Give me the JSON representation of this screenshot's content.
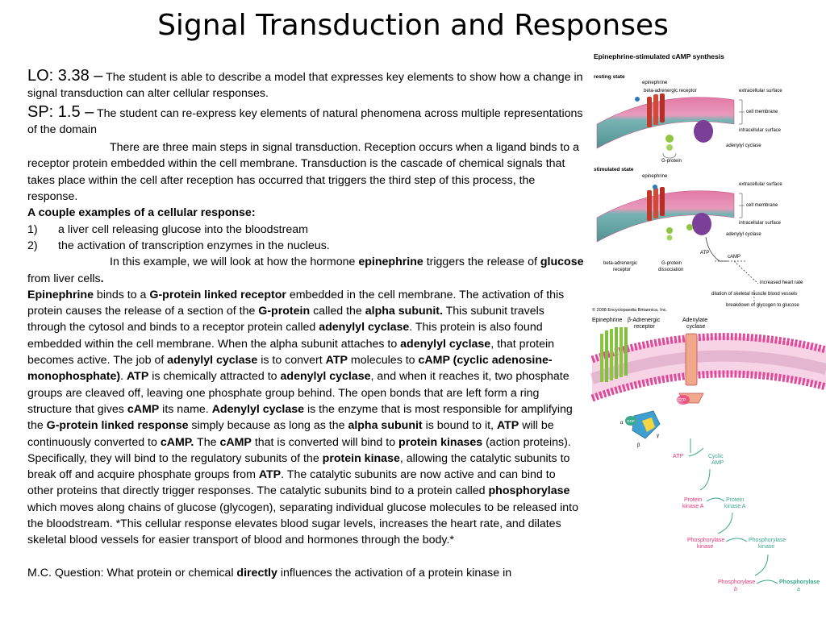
{
  "title": "Signal Transduction and Responses",
  "lo": {
    "label": "LO: 3.38 –",
    "text": "The student is able to describe a model that expresses key elements to show how a change in signal transduction can alter cellular responses."
  },
  "sp": {
    "label": "SP: 1.5 –",
    "text": "The student can re-express key elements of natural phenomena across multiple representations of the domain"
  },
  "intro": "There are three main steps in signal transduction. Reception occurs when a ligand binds to a receptor protein embedded within the cell membrane. Transduction is the cascade of chemical signals that takes place within the cell after reception has occurred that triggers the third step of this process, the response.",
  "examples": {
    "heading": "A couple examples of a cellular response:",
    "items": [
      {
        "num": "1)",
        "text": "a liver cell releasing glucose into the bloodstream"
      },
      {
        "num": "2)",
        "text": "the activation of transcription enzymes in the nucleus."
      }
    ]
  },
  "example_intro": {
    "t1": "In this example, we will look at how the hormone ",
    "b1": "epinephrine",
    "t2": " triggers the release of ",
    "b2": "glucose",
    "t3": " from liver cells",
    "b3": "."
  },
  "body": {
    "s1": "Epinephrine",
    "s2": " binds to a ",
    "s3": "G-protein linked receptor",
    "s4": " embedded in the cell membrane. The activation of this protein causes the release of a section of the ",
    "s5": "G-protein",
    "s6": " called the ",
    "s7": "alpha subunit.",
    "s8": " This subunit travels through the cytosol and binds to a receptor protein called ",
    "s9": "adenylyl cyclase",
    "s10": ". This protein is also found embedded within the cell membrane. When the alpha subunit attaches to ",
    "s11": "adenylyl cyclase",
    "s12": ", that protein becomes active. The job of ",
    "s13": "adenylyl cyclase",
    "s14": " is to convert ",
    "s15": "ATP",
    "s16": " molecules to ",
    "s17": "cAMP (cyclic adenosine-monophosphate)",
    "s18": ". ",
    "s19": "ATP",
    "s20": " is chemically attracted to ",
    "s21": "adenylyl cyclase",
    "s22": ", and when it reaches it, two phosphate groups are cleaved off, leaving one phosphate group behind. The open bonds that are left form a ring structure that gives ",
    "s23": "cAMP",
    "s24": " its name.  ",
    "s25": "Adenylyl cyclase",
    "s26": " is the enzyme that is most responsible for amplifying the ",
    "s27": "G-protein linked response",
    "s28": " simply because as long as the ",
    "s29": "alpha subunit",
    "s30": " is bound to it, ",
    "s31": "ATP",
    "s32": " will be continuously converted to ",
    "s33": "cAMP.",
    "s34": " The ",
    "s35": "cAMP",
    "s36": " that is converted will bind to ",
    "s37": "protein kinases",
    "s38": " (action proteins). Specifically, they will bind to the regulatory subunits of the ",
    "s39": "protein kinase",
    "s40": ", allowing the catalytic subunits to break off and acquire phosphate groups from ",
    "s41": "ATP",
    "s42": ". The catalytic subunits are now active and can bind to other proteins that directly trigger responses. The catalytic subunits bind to a protein called ",
    "s43": "phosphorylase",
    "s44": " which moves along chains of glucose (glycogen), separating individual glucose molecules to be released into the bloodstream.  *This cellular response elevates blood sugar levels, increases the heart rate, and dilates skeletal blood vessels for easier transport of blood and hormones through the body.*"
  },
  "question": {
    "t1": "M.C. Question: What protein or chemical ",
    "b1": "directly",
    "t2": " influences the activation of a protein kinase in"
  },
  "figure1": {
    "title": "Epinephrine-stimulated cAMP synthesis",
    "resting_label": "resting state",
    "stimulated_label": "stimulated state",
    "epinephrine": "epinephrine",
    "receptor": "beta-adrenergic receptor",
    "extracellular": "extracellular surface",
    "membrane": "cell membrane",
    "intracellular": "intracellular surface",
    "adenylyl": "adenylyl cyclase",
    "gprotein": "G-protein",
    "epinephrine2": "epinephrine",
    "extracellular2": "extracellular surface",
    "membrane2": "cell membrane",
    "intracellular2": "intracellular surface",
    "adenylyl2": "adenylyl cyclase",
    "receptor2_a": "beta-adrenergic",
    "receptor2_b": "receptor",
    "gdiss_a": "G-protein",
    "gdiss_b": "dissociation",
    "atp": "ATP",
    "camp": "cAMP",
    "resp1": "increased heart rate",
    "resp2": "dilation of skeletal muscle blood vessels",
    "resp3": "breakdown of glycogen to glucose",
    "colors": {
      "membrane_top": "#d9709b",
      "membrane_mid": "#6aa8a8",
      "receptor": "#c0392b",
      "gprotein": "#8ec63f",
      "cyclase": "#7b3f98"
    }
  },
  "figure2": {
    "copyright": "© 2008 Encyclopaedia Britannica, Inc.",
    "epinephrine": "Epinephrine",
    "receptor_a": "β-Adrenergic",
    "receptor_b": "receptor",
    "cyclase_a": "Adenylate",
    "cyclase_b": "cyclase",
    "gtp": "GTP",
    "gdp": "GDP",
    "alpha": "α",
    "beta": "β",
    "gamma": "γ",
    "atp": "ATP",
    "camp_a": "Cyclic",
    "camp_b": "AMP",
    "pka_a": "Protein",
    "pka_b": "kinase A",
    "pka2_a": "Protein",
    "pka2_b": "kinase A",
    "phos_a": "Phosphorylase",
    "phos_b": "kinase",
    "phos2_a": "Phosphorylase",
    "phos2_b": "kinase",
    "pb_a": "Phosphorylase",
    "pb_b": "b",
    "pa_a": "Phosphorylase",
    "pa_b": "a",
    "colors": {
      "membrane": "#e04a9a",
      "tails": "#7fbf3f",
      "accent": "#e8357a",
      "flow": "#3aa88a"
    }
  }
}
